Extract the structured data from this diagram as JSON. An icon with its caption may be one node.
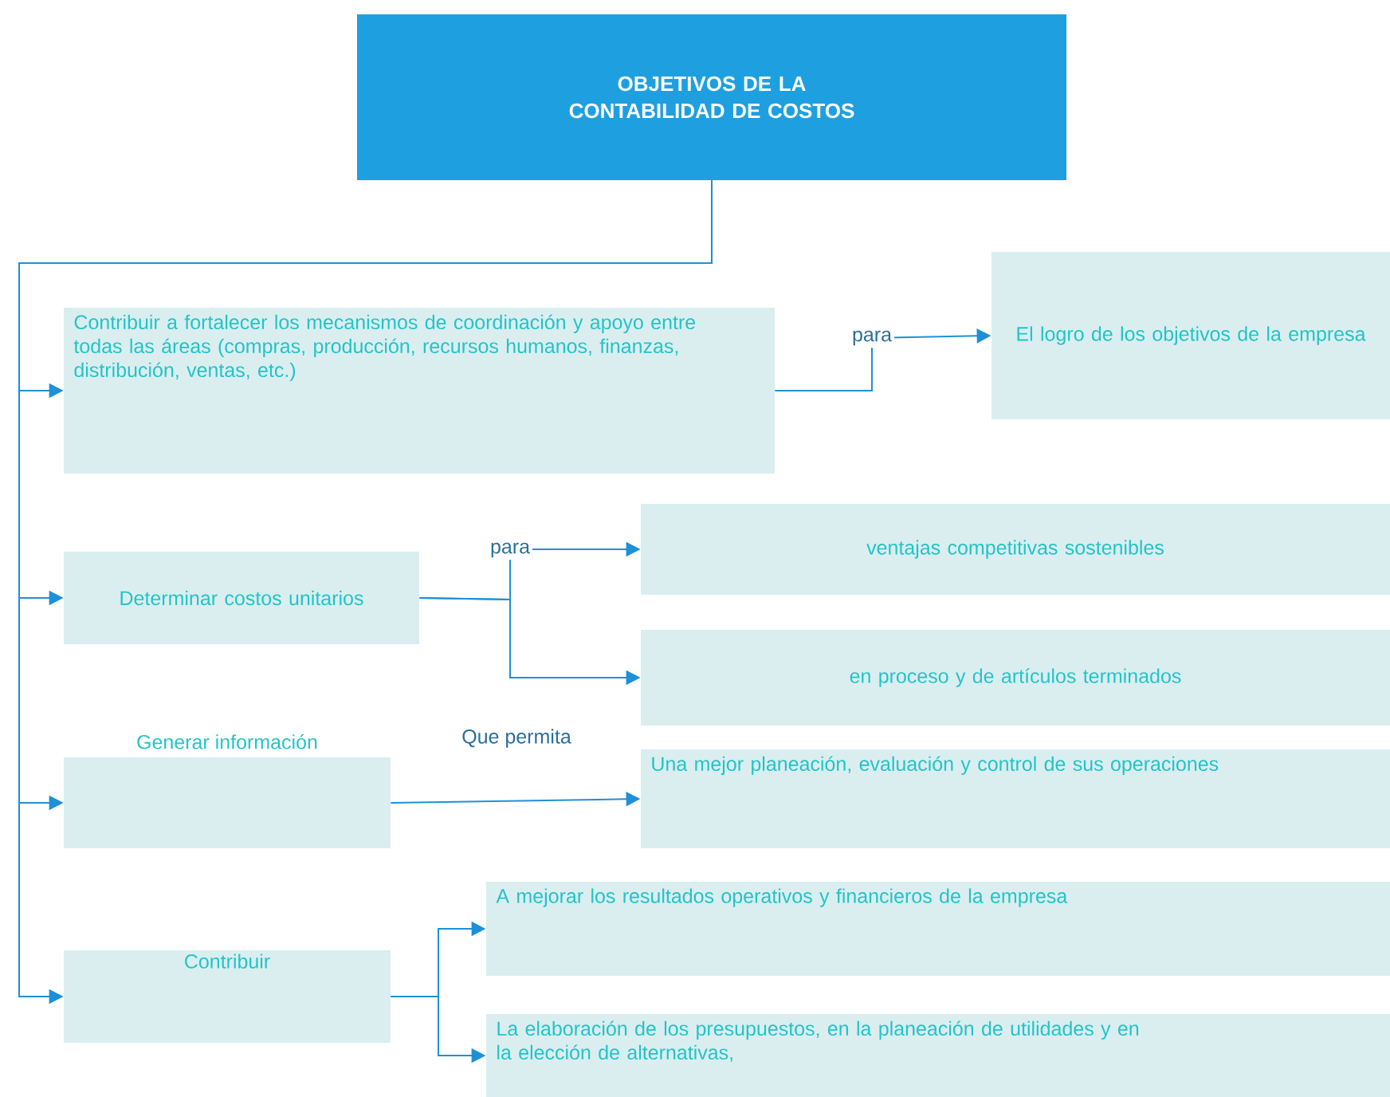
{
  "diagram": {
    "nodes": [
      {
        "text": [
          "OBJETIVOS DE LA CONTABILIDAD DE COSTOS"
        ]
      },
      {
        "text": [
          "Contribuir a fortalecer los mecanismos de coordinación y apoyo entre todas las áreas (compras, producción, recursos humanos, finanzas, distribución, ventas, etc.)"
        ]
      },
      {
        "text": [
          "El logro de los objetivos de la empresa"
        ]
      },
      {
        "text": [
          "Determinar costos unitarios"
        ]
      },
      {
        "text": [
          "ventajas competitivas sostenibles"
        ]
      },
      {
        "text": [
          "en proceso y de artículos terminados"
        ]
      },
      {
        "text": [
          "Generar información"
        ]
      },
      {
        "text": [
          "Una mejor planeación, evaluación y control de sus operaciones"
        ]
      },
      {
        "text": [
          "Contribuir"
        ]
      },
      {
        "text": [
          "A mejorar los resultados operativos y financieros de la empresa"
        ]
      },
      {
        "text": [
          "La elaboración de los presupuestos, en la planeación de utilidades y en la elección de alternativas,"
        ]
      }
    ],
    "edges": [
      {
        "from": 0,
        "to": 1,
        "arrow": "to"
      },
      {
        "from": 0,
        "to": 3,
        "arrow": "to"
      },
      {
        "from": 0,
        "to": 6,
        "arrow": "to"
      },
      {
        "from": 0,
        "to": 8,
        "arrow": "to"
      },
      {
        "from": 1,
        "to": 2,
        "arrow": "to",
        "label": "para"
      },
      {
        "from": 3,
        "to": 4,
        "arrow": "to",
        "label": "para"
      },
      {
        "from": 3,
        "to": 5,
        "arrow": "to"
      },
      {
        "from": 6,
        "to": 7,
        "arrow": "to",
        "label": "Que permita"
      },
      {
        "from": 8,
        "to": 9,
        "arrow": "to"
      },
      {
        "from": 8,
        "to": 10,
        "arrow": "to"
      }
    ]
  }
}
